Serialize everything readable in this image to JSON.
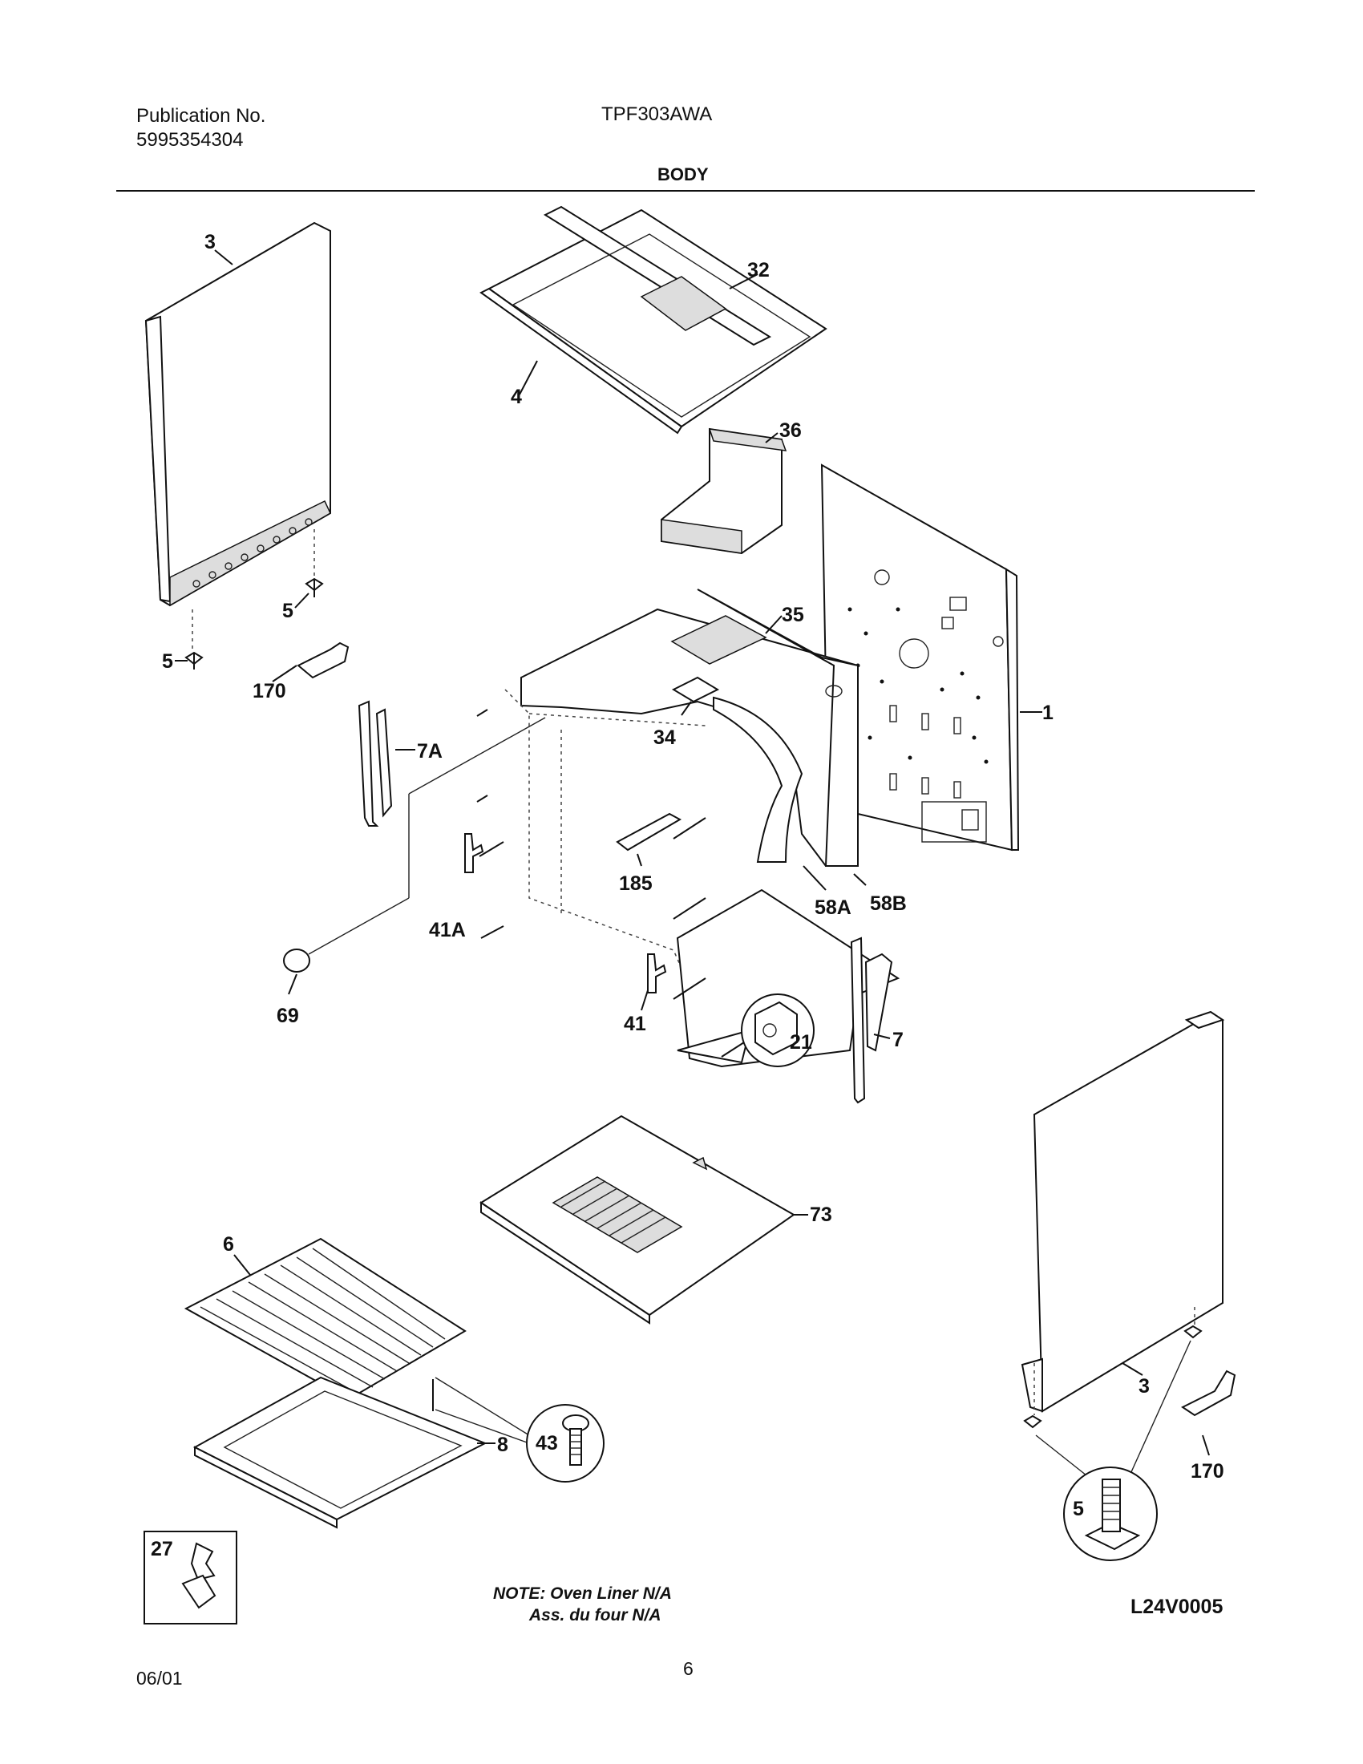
{
  "header": {
    "publication_label": "Publication No.",
    "publication_number": "5995354304",
    "model": "TPF303AWA",
    "section": "BODY"
  },
  "callouts": {
    "c3a": "3",
    "c32": "32",
    "c4": "4",
    "c36": "36",
    "c5a": "5",
    "c5b": "5",
    "c35": "35",
    "c170a": "170",
    "c1": "1",
    "c7a": "7A",
    "c34": "34",
    "c185": "185",
    "c41a": "41A",
    "c58a": "58A",
    "c58b": "58B",
    "c69": "69",
    "c41": "41",
    "c21": "21",
    "c7": "7",
    "c73": "73",
    "c6": "6",
    "c3b": "3",
    "c8": "8",
    "c43": "43",
    "c170b": "170",
    "c5c": "5",
    "c27": "27"
  },
  "note": {
    "line1": "NOTE: Oven Liner N/A",
    "line2": "Ass. du four N/A"
  },
  "drawing_code": "L24V0005",
  "footer": {
    "date": "06/01",
    "page": "6"
  }
}
